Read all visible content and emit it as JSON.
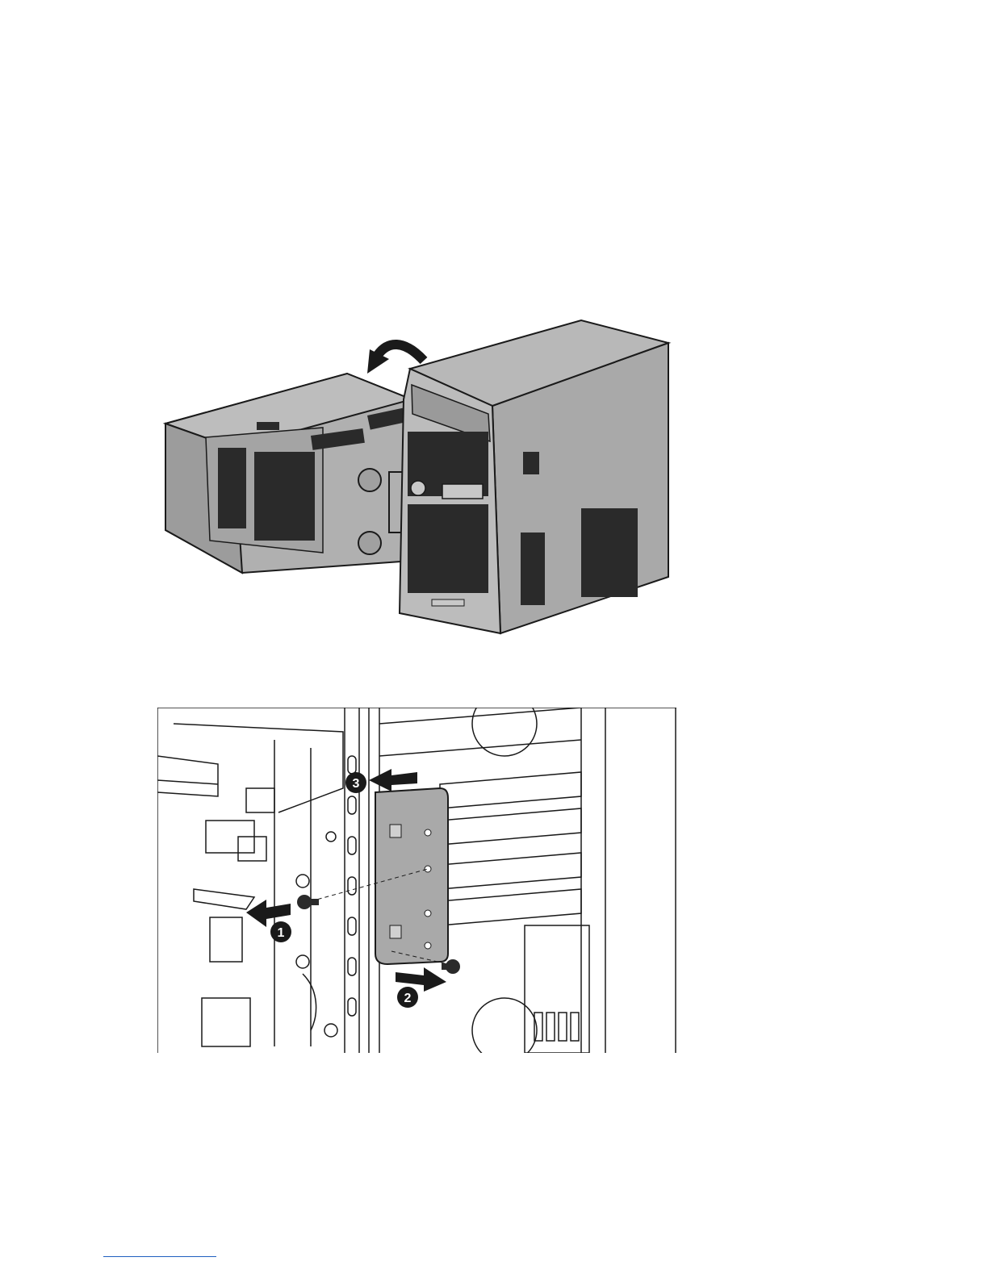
{
  "figures": [
    {
      "id": "tower-orientation",
      "callouts": []
    },
    {
      "id": "bracket-removal",
      "callouts": [
        {
          "number": "1"
        },
        {
          "number": "2"
        },
        {
          "number": "3"
        }
      ]
    }
  ],
  "colors": {
    "line": "#1a1a1a",
    "panel": "#a9a9a9",
    "panel_light": "#c8c8c8",
    "panel_top": "#b8b8b8",
    "vent": "#2a2a2a",
    "footer_rule": "#1f5fbf"
  }
}
